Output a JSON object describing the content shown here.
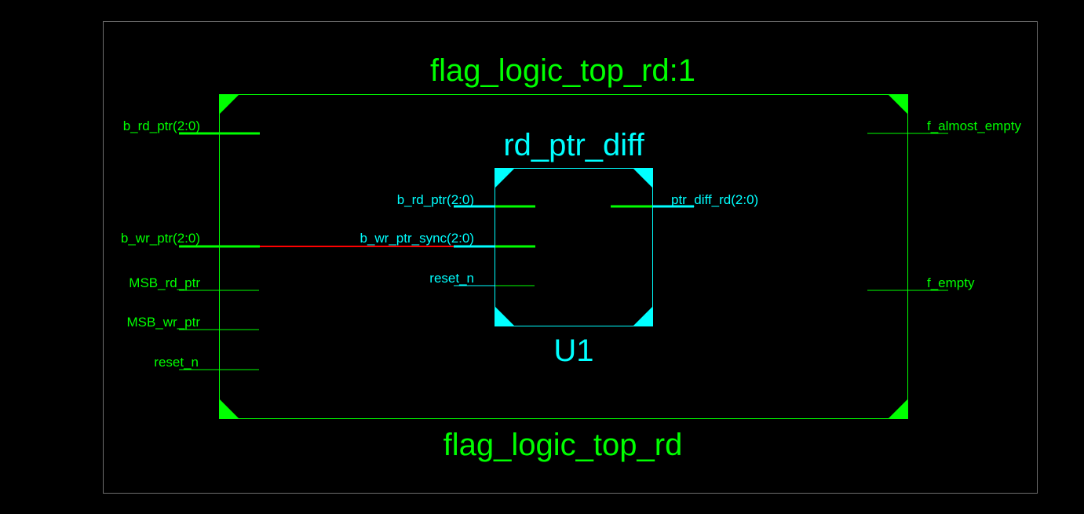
{
  "colors": {
    "background": "#000000",
    "frame": "#6e6e6e",
    "outer_block": "#00ff00",
    "inner_block": "#00ffff",
    "highlight_net": "#ff0000"
  },
  "outer_block": {
    "instance_label": "flag_logic_top_rd:1",
    "module_label": "flag_logic_top_rd",
    "input_ports": [
      {
        "label": "b_rd_ptr(2:0)",
        "bus": true
      },
      {
        "label": "b_wr_ptr(2:0)",
        "bus": true
      },
      {
        "label": "MSB_rd_ptr",
        "bus": false
      },
      {
        "label": "MSB_wr_ptr",
        "bus": false
      },
      {
        "label": "reset_n",
        "bus": false
      }
    ],
    "output_ports": [
      {
        "label": "f_almost_empty",
        "bus": false
      },
      {
        "label": "f_empty",
        "bus": false
      }
    ]
  },
  "inner_block": {
    "module_label": "rd_ptr_diff",
    "instance_label": "U1",
    "input_ports": [
      {
        "label": "b_rd_ptr(2:0)",
        "bus": true
      },
      {
        "label": "b_wr_ptr_sync(2:0)",
        "bus": true
      },
      {
        "label": "reset_n",
        "bus": false
      }
    ],
    "output_ports": [
      {
        "label": "ptr_diff_rd(2:0)",
        "bus": true
      }
    ]
  }
}
